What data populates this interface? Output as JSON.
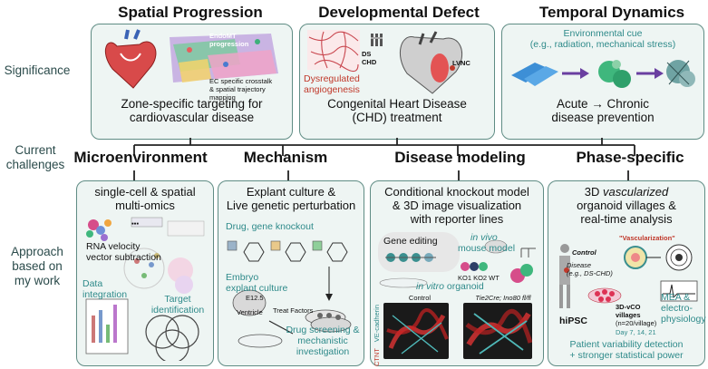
{
  "top_headers": [
    "Spatial Progression",
    "Developmental Defect",
    "Temporal Dynamics"
  ],
  "middle_headers": [
    "Microenvironment",
    "Mechanism",
    "Disease modeling",
    "Phase-specific"
  ],
  "row_labels": {
    "significance": "Significance",
    "challenges": "Current\nchallenges",
    "approach": "Approach\nbased on\nmy work"
  },
  "significance": {
    "spatial": {
      "caption": "Zone-specific targeting for\ncardiovascular disease",
      "fig_title": "EndoMT\nprogression",
      "fig_note": "EC specific crosstalk\n& spatial trajectory mapping"
    },
    "developmental": {
      "caption": "Congenital Heart Disease\n(CHD) treatment",
      "label_angio": "Dysregulated\nangiogenesis",
      "label_ds": "DS\nCHD",
      "label_lvnc": "LVNC"
    },
    "temporal": {
      "caption": "Acute → Chronic\ndisease prevention",
      "cue": "Environmental cue\n(e.g., radiation, mechanical stress)"
    }
  },
  "approach": {
    "micro": {
      "title": "single-cell & spatial\nmulti-omics",
      "velocity": "RNA velocity\nvector subtraction",
      "integration": "Data\nintegration",
      "target": "Target\nidentification"
    },
    "mechanism": {
      "title": "Explant culture &\nLive genetic perturbation",
      "drug": "Drug, gene knockout",
      "embryo": "Embryo\nexplant culture",
      "e125": "E12.5",
      "ventricle": "Ventricle",
      "treat": "Treat Factors",
      "screening": "Drug screening &\nmechanistic\ninvestigation"
    },
    "disease": {
      "title": "Conditional knockout model\n& 3D image visualization\nwith reporter lines",
      "gene_editing": "Gene editing",
      "in_vivo": "in vivo",
      "mouse_model": "mouse model",
      "ko": "KO1 KO2 WT",
      "in_vitro": "in vitro",
      "organoid": "organoid",
      "control": "Control",
      "mutant": "Tie2Cre; Ino80 fl/fl",
      "stain1": "VE-cadherin",
      "stain2": "CTNT"
    },
    "phase": {
      "title_pre": "3D ",
      "title_em": "vascularized",
      "title_post": "\norganoid villages &\nreal-time analysis",
      "vasc": "\"Vascularization\"",
      "control": "Control",
      "disease": "Disease\n(e.g., DS-CHD)",
      "villages": "3D-vCO\nvillages",
      "n": "(n=20/village)",
      "days": "Day 7, 14, 21",
      "hipsc": "hiPSC",
      "mea": "MEA &\nelectro-\nphysiology",
      "footer": "Patient variability detection\n+ stronger statistical power"
    }
  },
  "colors": {
    "teal": "#2e8a8a",
    "box_border": "#5f8c84",
    "box_fill": "#eef5f3",
    "line": "#222222",
    "red": "#c0392b"
  },
  "icons": [
    "heart-icon",
    "vessel-icon",
    "dna-icon",
    "cell-icon",
    "arrow-icon",
    "mouse-icon",
    "petri-dish-icon",
    "venn-icon",
    "person-icon",
    "mea-plate-icon"
  ]
}
